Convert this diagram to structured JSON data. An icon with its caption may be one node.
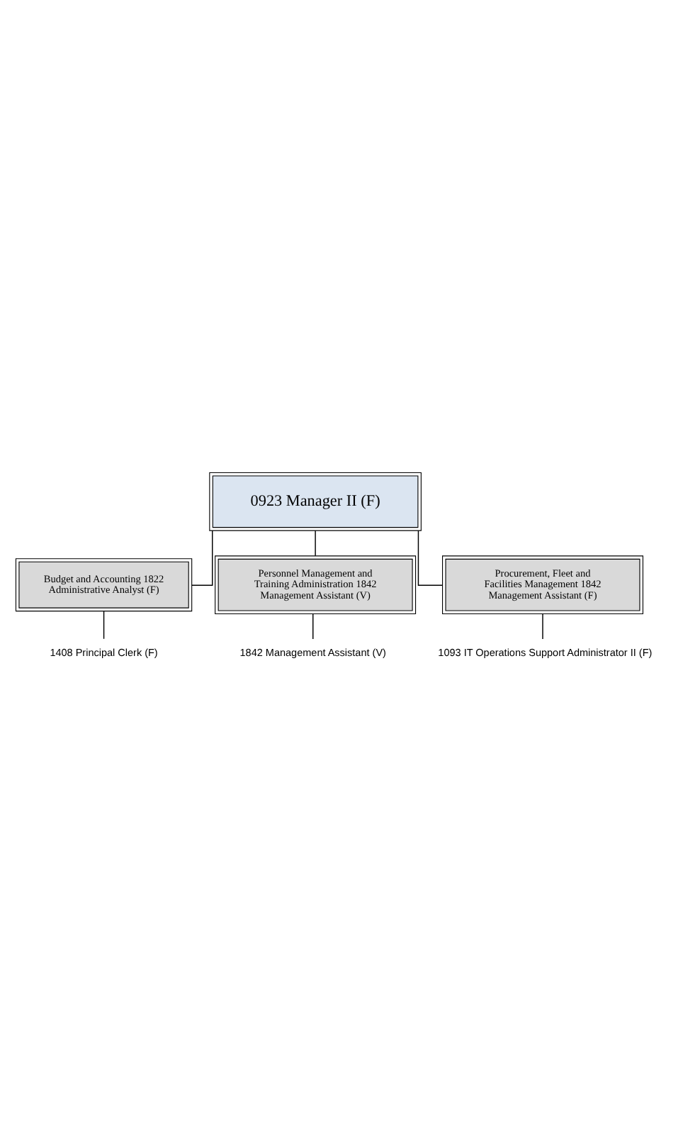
{
  "diagram": {
    "nodes": [
      {
        "text": [
          "0923 Manager II (F)"
        ]
      },
      {
        "text": [
          "Budget and Accounting 1822 Administrative Analyst (F)"
        ]
      },
      {
        "text": [
          "1408 Principal Clerk (F)"
        ]
      },
      {
        "text": [
          "Personnel Management and Training Administration 1842 Management Assistant (V)"
        ]
      },
      {
        "text": [
          "1842 Management Assistant (V)"
        ]
      },
      {
        "text": [
          "Procurement, Fleet and Facilities Management 1842 Management Assistant (F)"
        ]
      },
      {
        "text": [
          "1093 IT Operations Support Administrator II (F)"
        ]
      }
    ],
    "edges": [
      {
        "from": 0,
        "to": 1,
        "arrow": "none"
      },
      {
        "from": 1,
        "to": 2,
        "arrow": "none"
      },
      {
        "from": 0,
        "to": 3,
        "arrow": "none"
      },
      {
        "from": 3,
        "to": 4,
        "arrow": "none"
      },
      {
        "from": 0,
        "to": 5,
        "arrow": "none"
      },
      {
        "from": 5,
        "to": 6,
        "arrow": "none"
      }
    ]
  }
}
